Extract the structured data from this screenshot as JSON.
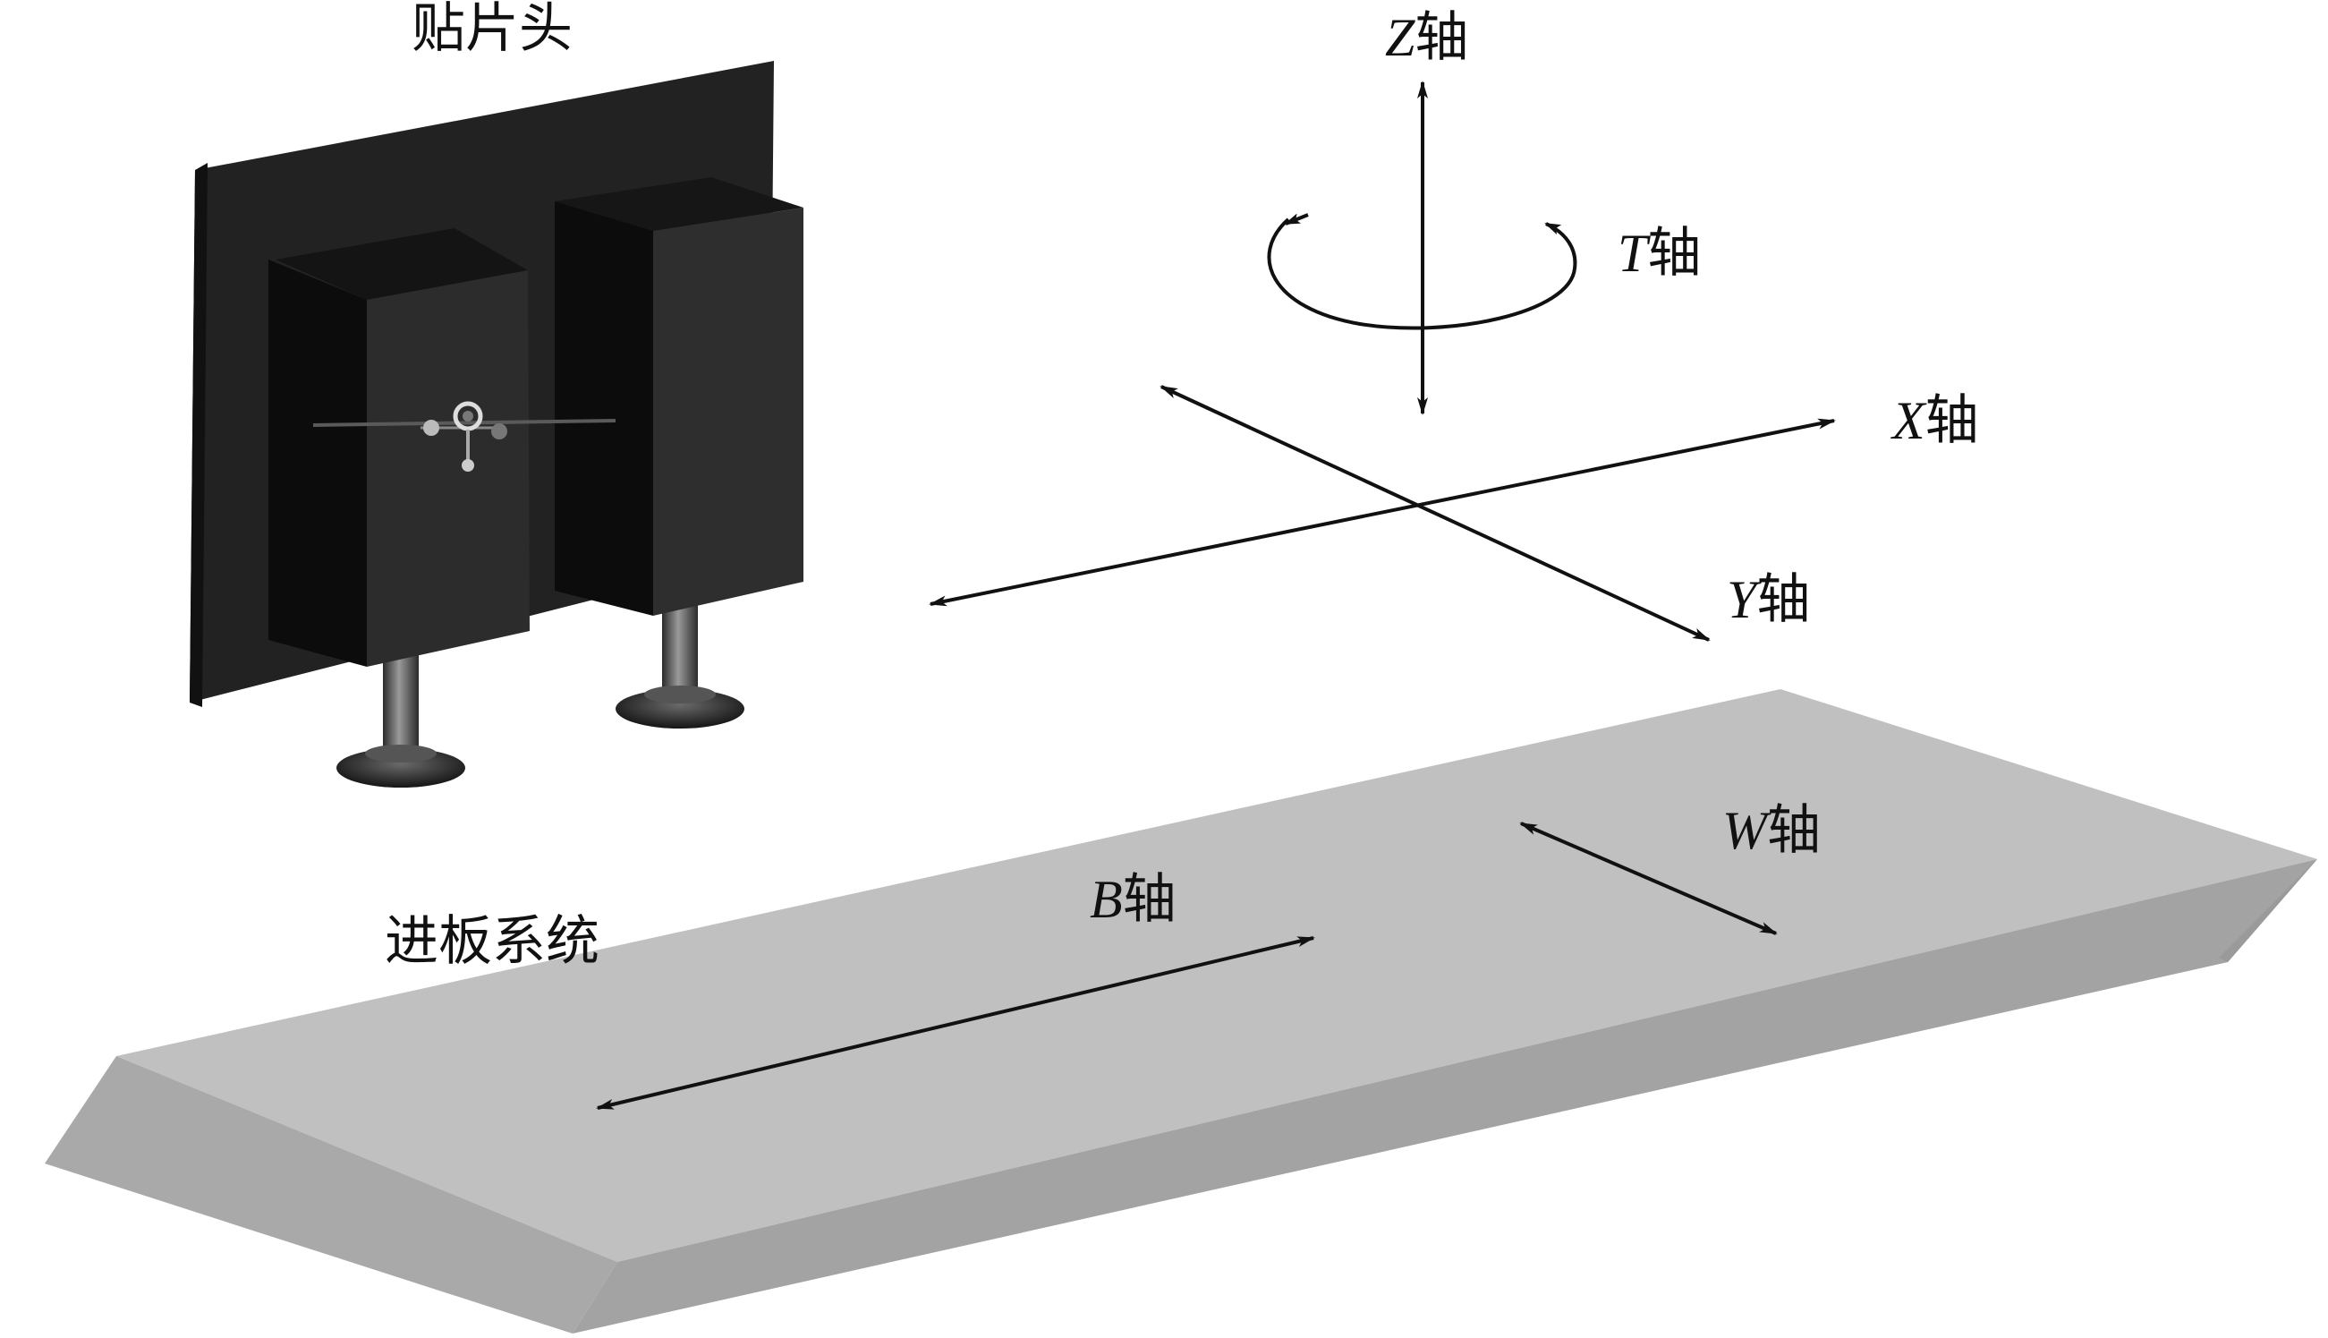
{
  "labels": {
    "head": "贴片头",
    "board_system": "进板系统",
    "z_axis": {
      "letter": "Z",
      "suffix": "轴"
    },
    "t_axis": {
      "letter": "T",
      "suffix": "轴"
    },
    "x_axis": {
      "letter": "X",
      "suffix": "轴"
    },
    "y_axis": {
      "letter": "Y",
      "suffix": "轴"
    },
    "b_axis": {
      "letter": "B",
      "suffix": "轴"
    },
    "w_axis": {
      "letter": "W",
      "suffix": "轴"
    }
  },
  "colors": {
    "board_top": "#c0c0c0",
    "board_front": "#a9a9a9",
    "board_side": "#9a9a9a",
    "head_dark": "#1e1e1e",
    "arrow": "#111111"
  }
}
